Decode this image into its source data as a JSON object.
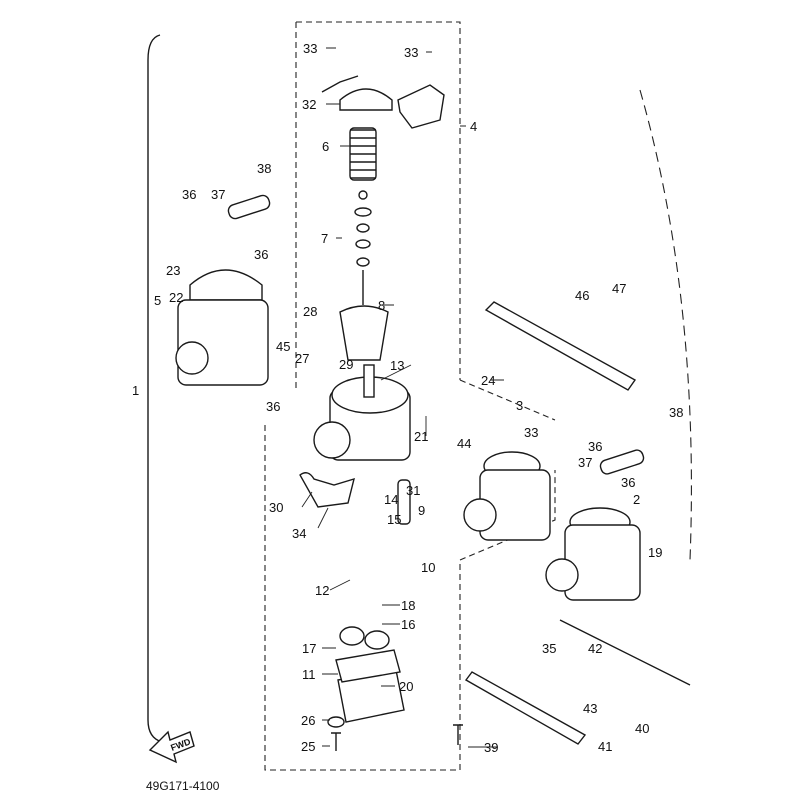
{
  "diagram": {
    "part_numbers": [
      "33",
      "33",
      "32",
      "4",
      "6",
      "7",
      "8",
      "38",
      "36",
      "37",
      "36",
      "23",
      "5",
      "22",
      "28",
      "29",
      "27",
      "45",
      "13",
      "36",
      "24",
      "3",
      "33",
      "21",
      "44",
      "1",
      "46",
      "47",
      "38",
      "36",
      "37",
      "36",
      "2",
      "19",
      "30",
      "34",
      "31",
      "14",
      "9",
      "15",
      "10",
      "12",
      "18",
      "16",
      "17",
      "11",
      "20",
      "35",
      "42",
      "43",
      "40",
      "41",
      "26",
      "25",
      "39"
    ],
    "direction_badge": "FWD",
    "drawing_code": "49G171-4100"
  }
}
